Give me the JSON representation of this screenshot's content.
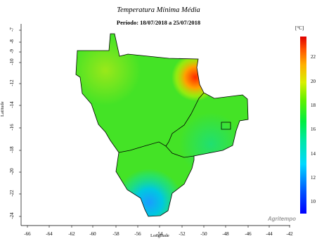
{
  "title": "Temperatura Mínima Média",
  "subtitle": "Período: 18/07/2018 a 25/07/2018",
  "xlabel": "Longitude",
  "ylabel": "Latitude",
  "unit": "[°C]",
  "brand": "Agritempo",
  "x_ticks": [
    "-66",
    "-64",
    "-62",
    "-60",
    "-58",
    "-56",
    "-54",
    "-52",
    "-50",
    "-48",
    "-46",
    "-44",
    "-42"
  ],
  "y_ticks": [
    "-7",
    "-8",
    "-9",
    "-10",
    "-12",
    "-14",
    "-16",
    "-18",
    "-20",
    "-22",
    "-24"
  ],
  "colorbar_ticks": [
    "22",
    "20",
    "18",
    "16",
    "14",
    "12",
    "10"
  ],
  "colorbar_range": [
    9.5,
    23.5
  ],
  "colors": {
    "hot": "#ff2a00",
    "warm": "#ffa000",
    "mild": "#c8f000",
    "green": "#2ce22a",
    "cool": "#00e4c0",
    "cold": "#0060ff",
    "coldest": "#0000ff"
  }
}
